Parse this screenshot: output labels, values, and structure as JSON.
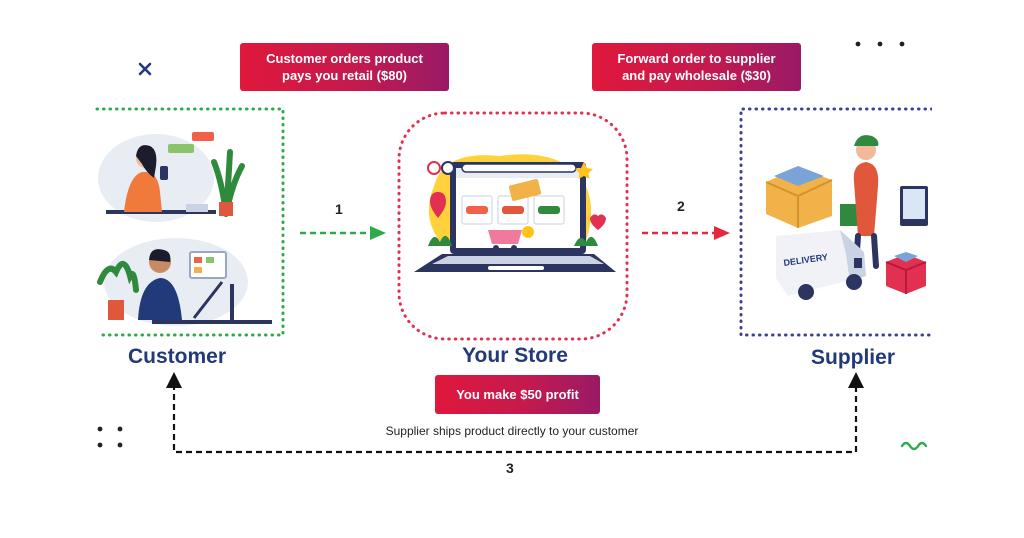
{
  "boxes": {
    "customer_order": {
      "line1": "Customer orders product",
      "line2": "pays you retail ($80)"
    },
    "forward_order": {
      "line1": "Forward order to supplier",
      "line2": "and pay wholesale ($30)"
    },
    "profit": {
      "text": "You make $50 profit"
    }
  },
  "nodes": {
    "customer": "Customer",
    "store": "Your Store",
    "supplier": "Supplier"
  },
  "steps": {
    "one": "1",
    "two": "2",
    "three": "3"
  },
  "caption": "Supplier ships product directly to your customer",
  "illustration_text": {
    "delivery": "DELIVERY"
  },
  "colors": {
    "title_blue": "#233a7a",
    "green_dots": "#2faa4a",
    "red_dots": "#e23050",
    "blue_dots": "#3d3f9a",
    "green_arrow": "#2faa4a",
    "red_arrow": "#e6283c",
    "black_arrow": "#111111"
  }
}
